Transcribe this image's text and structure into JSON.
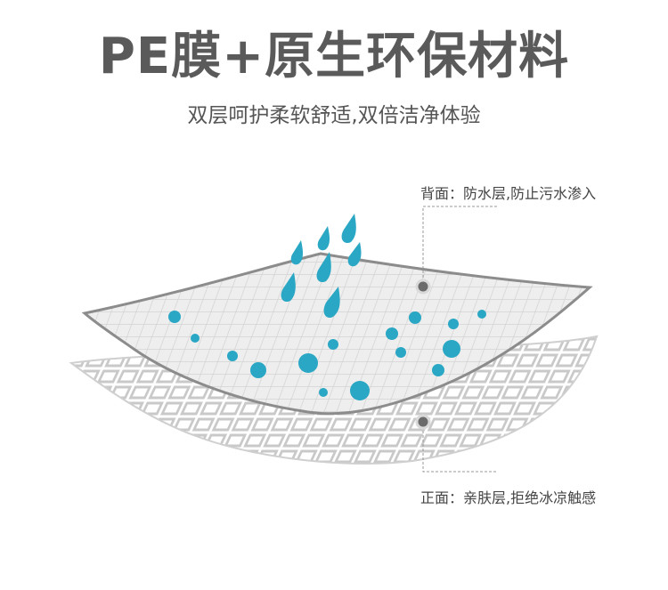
{
  "heading": {
    "title": "PE膜+原生环保材料",
    "subtitle": "双层呵护柔软舒适,双倍洁净体验"
  },
  "labels": {
    "back": "背面：防水层,防止污水渗入",
    "front": "正面：亲肤层,拒绝冰凉触感"
  },
  "colors": {
    "water": "#2aa7c4",
    "water_light": "#7ad0e2",
    "sheet_border": "#8c8c8c",
    "sheet_fill": "#ececec",
    "grid_line": "#c9c9c9",
    "callout_line": "#999999",
    "marker": "#6b6b6b"
  }
}
